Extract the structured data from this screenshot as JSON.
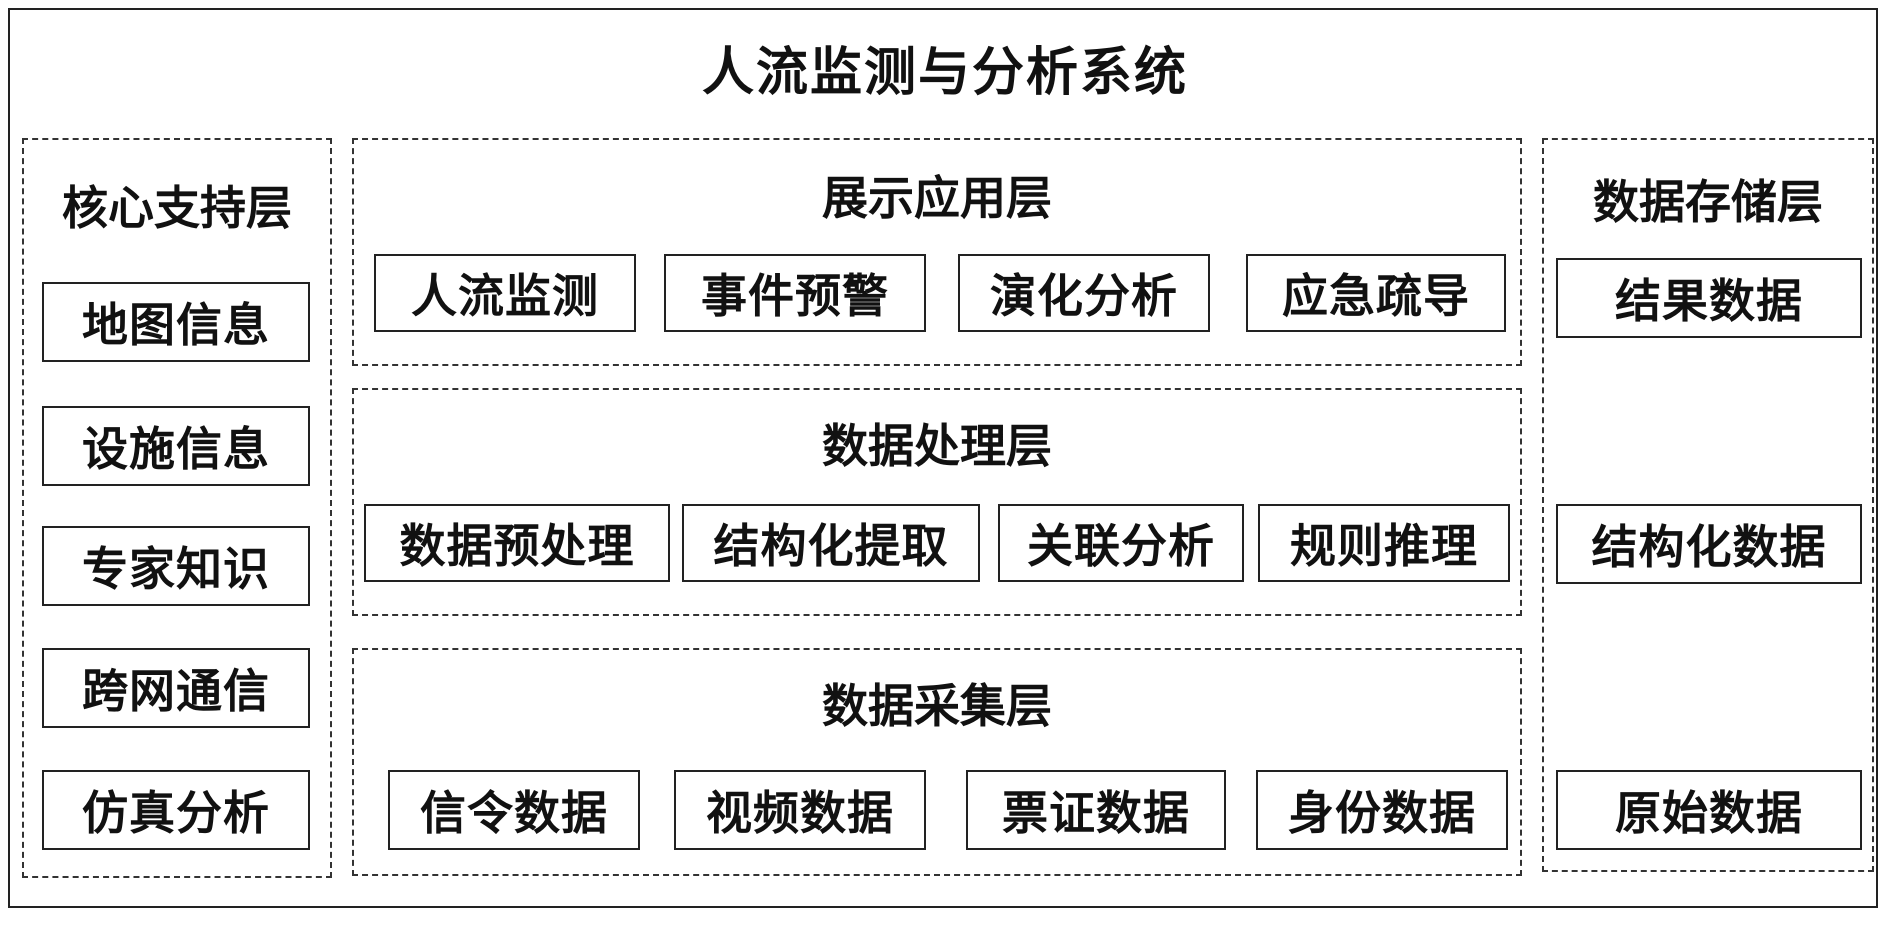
{
  "title": "人流监测与分析系统",
  "core": {
    "title": "核心支持层",
    "items": [
      "地图信息",
      "设施信息",
      "专家知识",
      "跨网通信",
      "仿真分析"
    ]
  },
  "presentation": {
    "title": "展示应用层",
    "items": [
      "人流监测",
      "事件预警",
      "演化分析",
      "应急疏导"
    ]
  },
  "processing": {
    "title": "数据处理层",
    "items": [
      "数据预处理",
      "结构化提取",
      "关联分析",
      "规则推理"
    ]
  },
  "collection": {
    "title": "数据采集层",
    "items": [
      "信令数据",
      "视频数据",
      "票证数据",
      "身份数据"
    ]
  },
  "storage": {
    "title": "数据存储层",
    "items": [
      "结果数据",
      "结构化数据",
      "原始数据"
    ]
  }
}
